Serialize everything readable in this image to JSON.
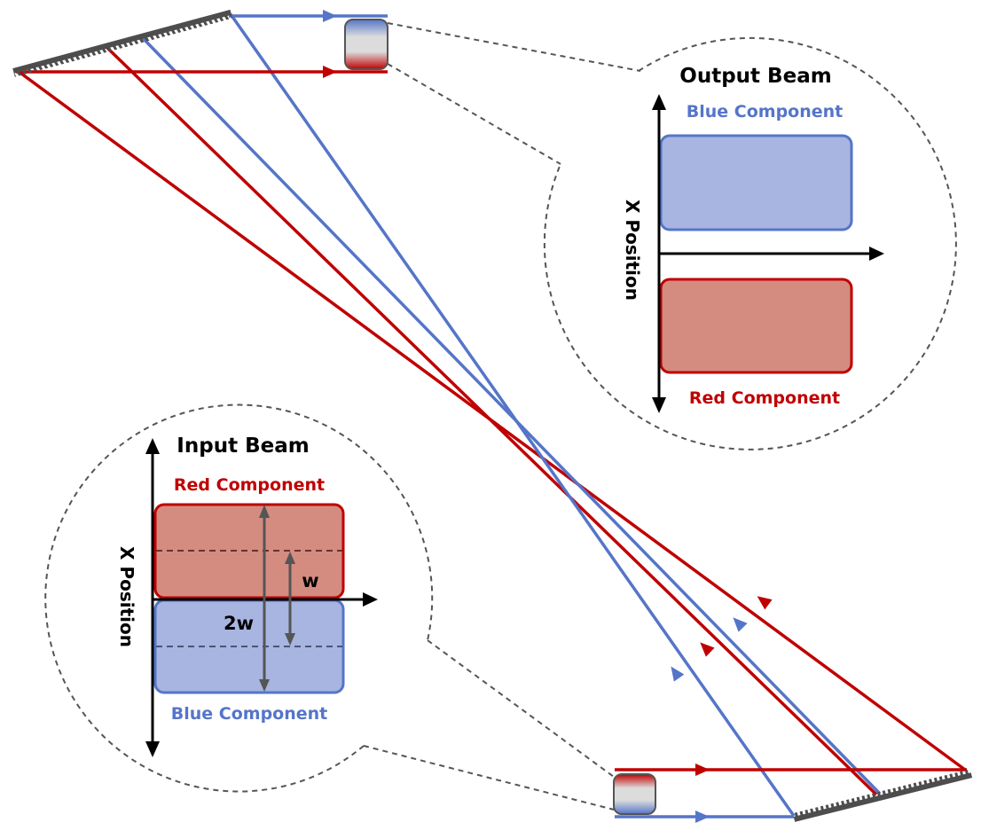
{
  "colors": {
    "red": "#c00000",
    "blue": "#5575c8",
    "red_fill": "#d48b80",
    "blue_fill": "#a7b5e0",
    "grating": "#4d4d4d",
    "dash": "#555555",
    "axis": "#000000",
    "annot": "#555555"
  },
  "output_beam": {
    "title": "Output Beam",
    "top_label": "Blue Component",
    "bottom_label": "Red Component",
    "axis_label": "X Position"
  },
  "input_beam": {
    "title": "Input Beam",
    "top_label": "Red Component",
    "bottom_label": "Blue Component",
    "axis_label": "X Position",
    "annotation_w": "w",
    "annotation_2w": "2w"
  }
}
